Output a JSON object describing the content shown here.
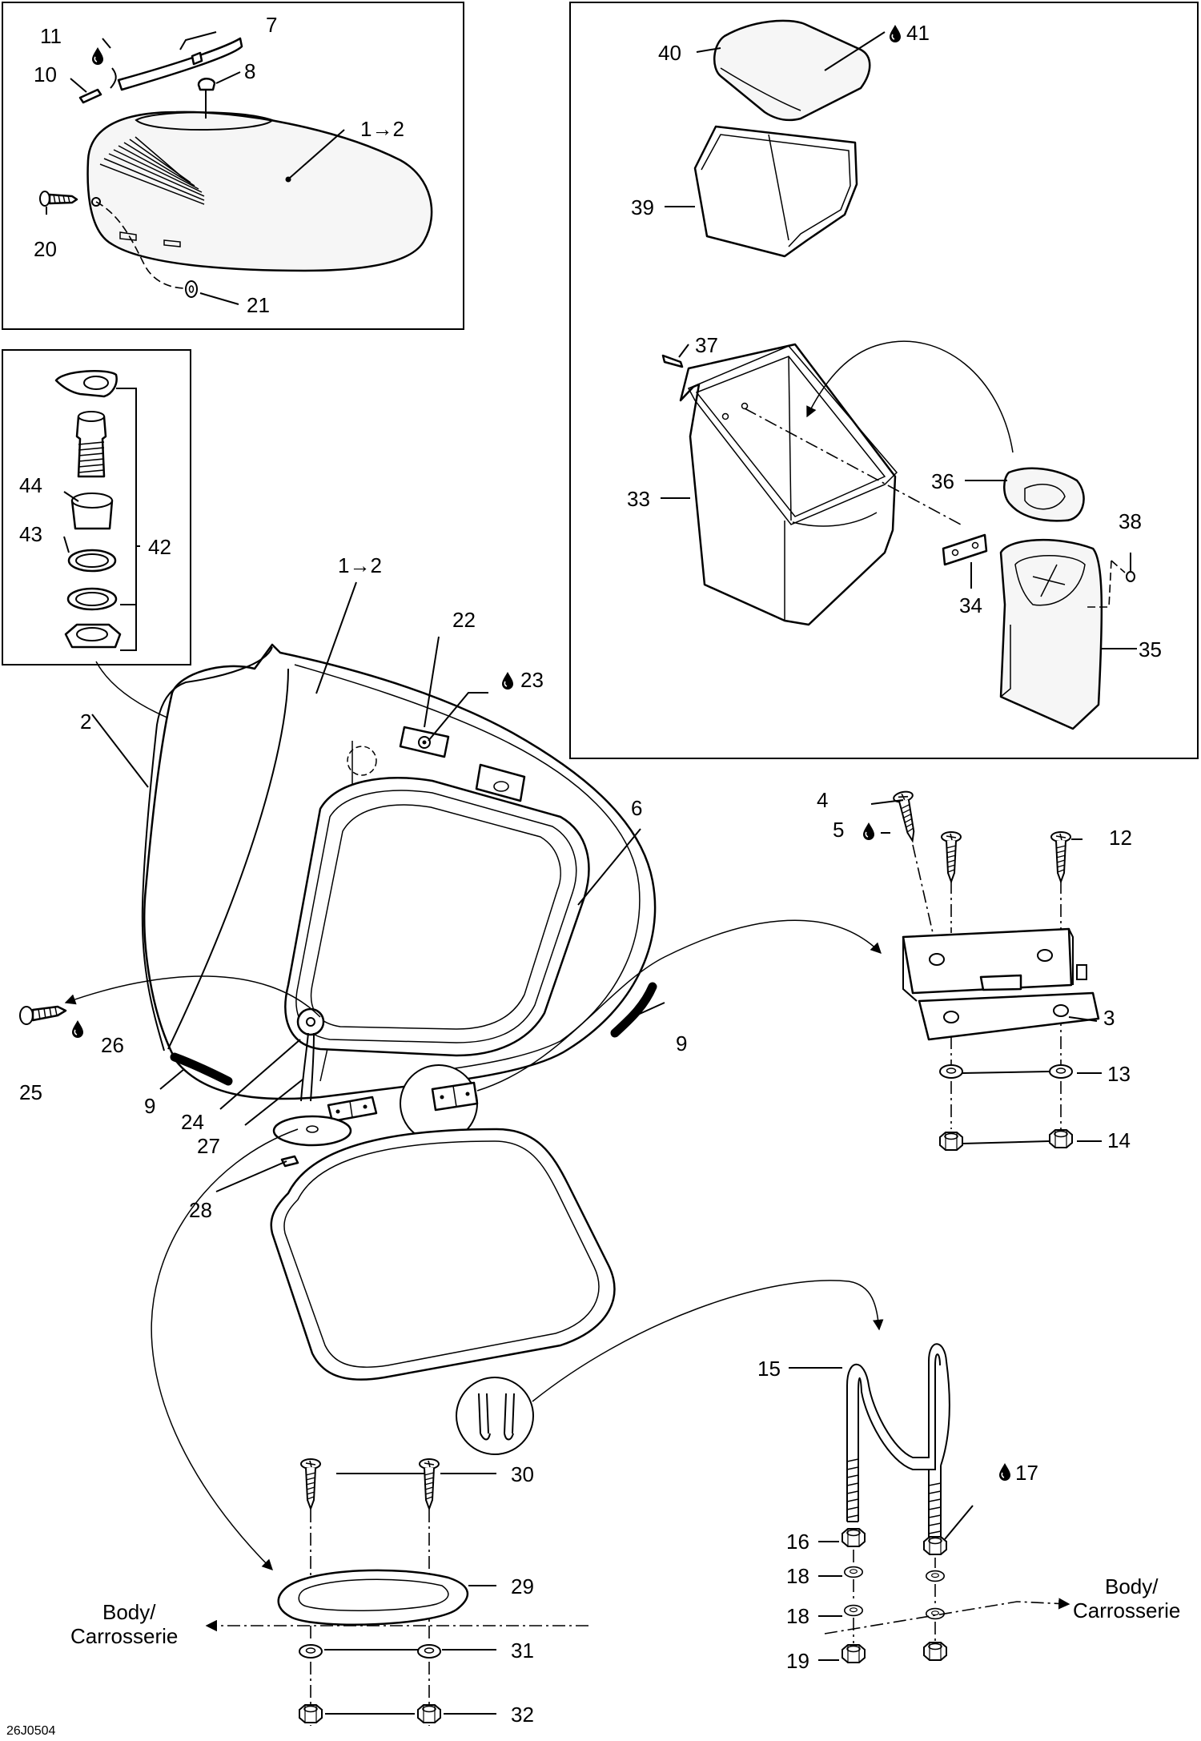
{
  "figure_id": "26J0504",
  "body_label": {
    "line1": "Body/",
    "line2": "Carrosserie"
  },
  "callouts": [
    {
      "id": "c-1-2-top",
      "label": "1→2"
    },
    {
      "id": "c-1-2-main",
      "label": "1→2"
    },
    {
      "id": "c-2",
      "label": "2"
    },
    {
      "id": "c-3",
      "label": "3"
    },
    {
      "id": "c-4",
      "label": "4"
    },
    {
      "id": "c-5",
      "label": "5",
      "glue": true
    },
    {
      "id": "c-6",
      "label": "6"
    },
    {
      "id": "c-7",
      "label": "7"
    },
    {
      "id": "c-8",
      "label": "8"
    },
    {
      "id": "c-9-right",
      "label": "9"
    },
    {
      "id": "c-9-left",
      "label": "9"
    },
    {
      "id": "c-10",
      "label": "10"
    },
    {
      "id": "c-11",
      "label": "11",
      "glue": true
    },
    {
      "id": "c-12",
      "label": "12"
    },
    {
      "id": "c-13",
      "label": "13"
    },
    {
      "id": "c-14",
      "label": "14"
    },
    {
      "id": "c-15",
      "label": "15"
    },
    {
      "id": "c-16",
      "label": "16"
    },
    {
      "id": "c-17",
      "label": "17",
      "glue": true
    },
    {
      "id": "c-18a",
      "label": "18"
    },
    {
      "id": "c-18b",
      "label": "18"
    },
    {
      "id": "c-19",
      "label": "19"
    },
    {
      "id": "c-20",
      "label": "20"
    },
    {
      "id": "c-21",
      "label": "21"
    },
    {
      "id": "c-22",
      "label": "22"
    },
    {
      "id": "c-23",
      "label": "23",
      "glue": true
    },
    {
      "id": "c-24",
      "label": "24"
    },
    {
      "id": "c-25",
      "label": "25"
    },
    {
      "id": "c-26",
      "label": "26",
      "glue": true
    },
    {
      "id": "c-27",
      "label": "27"
    },
    {
      "id": "c-28",
      "label": "28"
    },
    {
      "id": "c-29",
      "label": "29"
    },
    {
      "id": "c-30",
      "label": "30"
    },
    {
      "id": "c-31",
      "label": "31"
    },
    {
      "id": "c-32",
      "label": "32"
    },
    {
      "id": "c-33",
      "label": "33"
    },
    {
      "id": "c-34",
      "label": "34"
    },
    {
      "id": "c-35",
      "label": "35"
    },
    {
      "id": "c-36",
      "label": "36"
    },
    {
      "id": "c-37",
      "label": "37"
    },
    {
      "id": "c-38",
      "label": "38"
    },
    {
      "id": "c-39",
      "label": "39"
    },
    {
      "id": "c-40",
      "label": "40"
    },
    {
      "id": "c-41",
      "label": "41",
      "glue": true
    },
    {
      "id": "c-42",
      "label": "42"
    },
    {
      "id": "c-43",
      "label": "43"
    },
    {
      "id": "c-44",
      "label": "44"
    }
  ]
}
